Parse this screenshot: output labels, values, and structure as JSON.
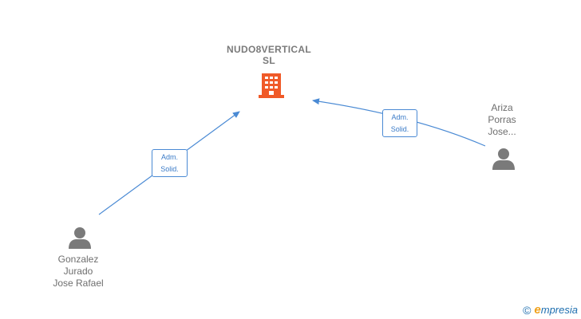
{
  "company": {
    "name_lines": [
      "NUDO8VERTICAL",
      "SL"
    ],
    "icon": "building-icon",
    "color": "#f05a28"
  },
  "people": [
    {
      "id": "gonzalez",
      "name_lines": [
        "Gonzalez",
        "Jurado",
        "Jose Rafael"
      ],
      "icon": "person-icon"
    },
    {
      "id": "ariza",
      "name_lines": [
        "Ariza",
        "Porras",
        "Jose..."
      ],
      "icon": "person-icon"
    }
  ],
  "relations": [
    {
      "from": "gonzalez",
      "label_lines": [
        "Adm.",
        "Solid."
      ]
    },
    {
      "from": "ariza",
      "label_lines": [
        "Adm.",
        "Solid."
      ]
    }
  ],
  "colors": {
    "edge": "#4a8ad4",
    "person": "#7a7a7a",
    "text": "#6e6e6e"
  },
  "brand": {
    "symbol": "©",
    "initial": "e",
    "rest": "mpresia"
  }
}
